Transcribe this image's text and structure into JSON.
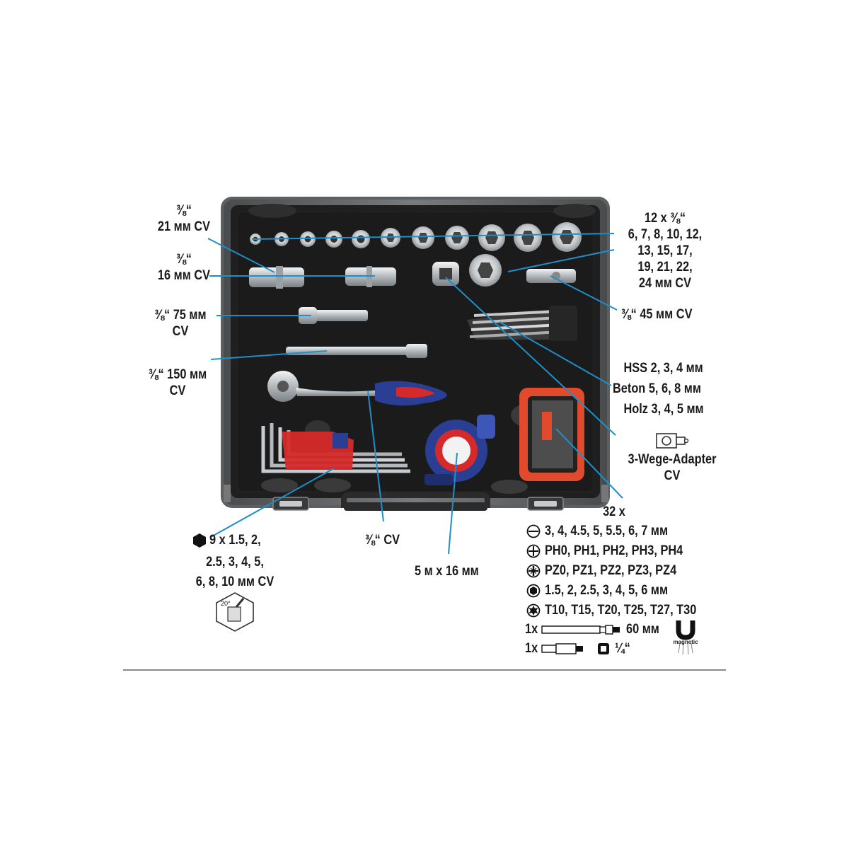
{
  "colors": {
    "callout_line": "#1d8fc9",
    "case_frame": "#2a2a2a",
    "foam": "#1c1c1c",
    "chrome": "#cfd3d6",
    "handle_blue": "#2a3f93",
    "handle_red": "#d62a2a",
    "bitbox_red": "#e14a2c"
  },
  "labels": {
    "socket_21mm": [
      "⅜“",
      "21 мм CV"
    ],
    "socket_16mm": [
      "⅜“",
      "16 мм CV"
    ],
    "ext_75mm": [
      "⅜“ 75 мм",
      "CV"
    ],
    "ext_150mm": [
      "⅜“ 150 мм",
      "CV"
    ],
    "sockets_set": [
      "12 x ⅜“",
      "6, 7, 8, 10, 12,",
      "13, 15, 17,",
      "19, 21, 22,",
      "24 мм CV"
    ],
    "ujoint_45mm": [
      "⅜“ 45 мм CV"
    ],
    "drills": [
      "HSS 2, 3, 4 мм",
      "Beton 5, 6, 8 мм",
      "Holz 3, 4, 5 мм"
    ],
    "adapter": [
      "3-Wege-Adapter",
      "CV"
    ],
    "ratchet": [
      "⅜“ CV"
    ],
    "tape": [
      "5 м x 16 мм"
    ],
    "hex_keys": [
      "9 x 1.5, 2,",
      "2.5, 3, 4, 5,",
      "6, 8, 10 мм CV"
    ],
    "hex_angle": "20°",
    "bits_title": "32 x",
    "bits": [
      {
        "icon": "slotted-icon",
        "text": "3, 4, 4.5, 5, 5.5, 6, 7 мм"
      },
      {
        "icon": "phillips-icon",
        "text": "PH0, PH1, PH2, PH3, PH4"
      },
      {
        "icon": "pozidriv-icon",
        "text": "PZ0, PZ1, PZ2, PZ3, PZ4"
      },
      {
        "icon": "hex-bit-icon",
        "text": "1.5, 2, 2.5, 3, 4, 5, 6 мм"
      },
      {
        "icon": "torx-icon",
        "text": "T10, T15, T20, T25, T27, T30"
      }
    ],
    "bit_holder_qty": "1x",
    "bit_holder_len": "60 мм",
    "bit_adapter_qty": "1x",
    "bit_adapter_size": "¼“",
    "magnetic": "magnetic"
  }
}
